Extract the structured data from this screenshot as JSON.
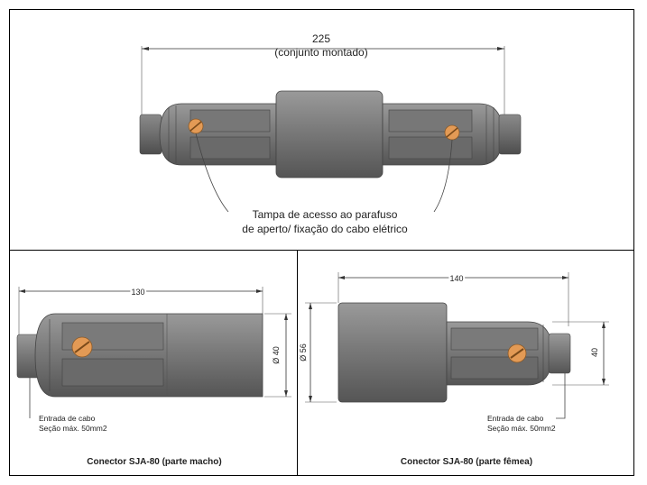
{
  "top": {
    "dimension_value": "225",
    "dimension_note": "(conjunto montado)",
    "callout_line1": "Tampa de acesso ao parafuso",
    "callout_line2": "de aperto/ fixação do cabo elétrico"
  },
  "left": {
    "dimension_length": "130",
    "dimension_diameter": "Ø 40",
    "cable_label_line1": "Entrada de cabo",
    "cable_label_line2": "Seção máx. 50mm2",
    "caption": "Conector SJA-80 (parte macho)"
  },
  "right": {
    "dimension_length": "140",
    "dimension_diameter": "Ø 56",
    "dimension_height": "40",
    "cable_label_line1": "Entrada de cabo",
    "cable_label_line2": "Seção máx. 50mm2",
    "caption": "Conector SJA-80 (parte fêmea)"
  },
  "colors": {
    "body_dark": "#6a6a6a",
    "body_mid": "#7d7d7d",
    "body_light": "#8e8e8e",
    "screw": "#e39a55"
  }
}
